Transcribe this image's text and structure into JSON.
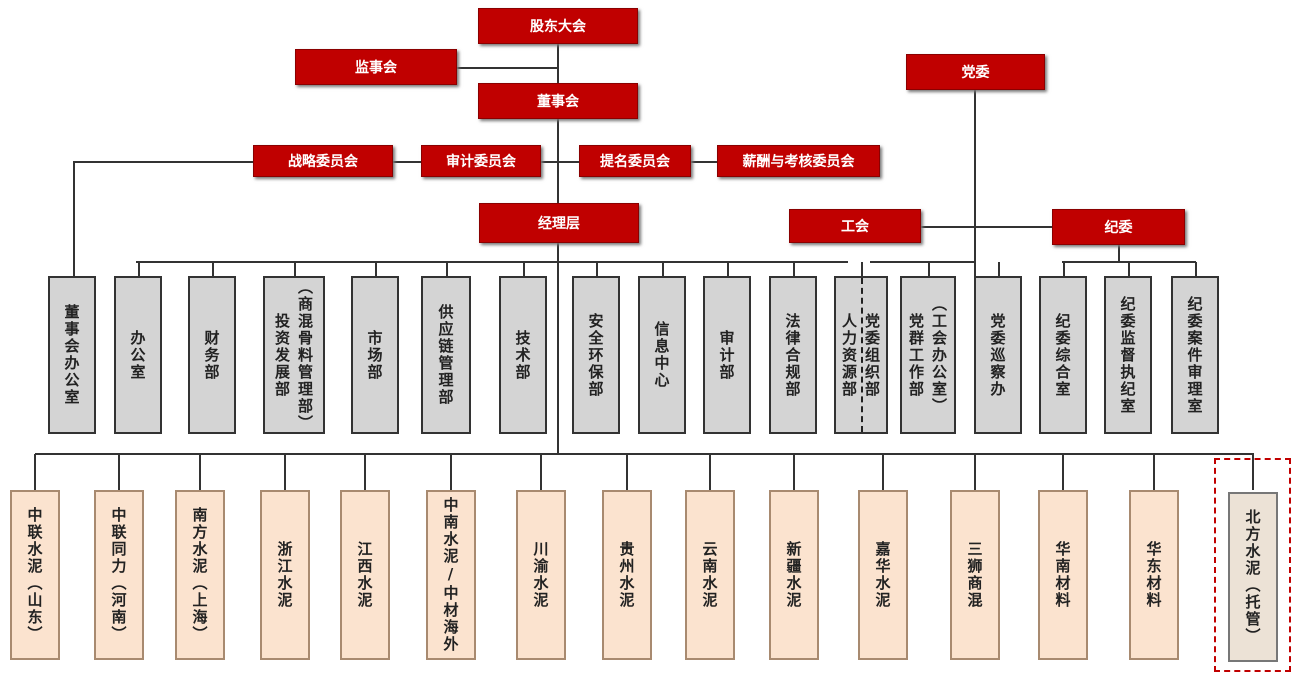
{
  "top": {
    "shareholders": "股东大会",
    "supervisory_board": "监事会",
    "board": "董事会",
    "party_committee": "党委",
    "committees": [
      "战略委员会",
      "审计委员会",
      "提名委员会",
      "薪酬与考核委员会"
    ],
    "management": "经理层",
    "union": "工会",
    "discipline_committee": "纪委"
  },
  "departments": [
    {
      "lines": [
        "董事会办公室"
      ]
    },
    {
      "lines": [
        "办公室"
      ]
    },
    {
      "lines": [
        "财务部"
      ]
    },
    {
      "lines": [
        "（商混骨料管理部）",
        "投资发展部"
      ]
    },
    {
      "lines": [
        "市场部"
      ]
    },
    {
      "lines": [
        "供应链管理部"
      ]
    },
    {
      "lines": [
        "技术部"
      ]
    },
    {
      "lines": [
        "安全环保部"
      ]
    },
    {
      "lines": [
        "信息中心"
      ]
    },
    {
      "lines": [
        "审计部"
      ]
    },
    {
      "lines": [
        "法律合规部"
      ]
    },
    {
      "lines": [
        "党委组织部",
        "人力资源部"
      ]
    },
    {
      "lines": [
        "（工会办公室）",
        "党群工作部"
      ]
    },
    {
      "lines": [
        "党委巡察办"
      ]
    },
    {
      "lines": [
        "纪委综合室"
      ]
    },
    {
      "lines": [
        "纪委监督执纪室"
      ]
    },
    {
      "lines": [
        "纪委案件审理室"
      ]
    }
  ],
  "subsidiaries": [
    {
      "lines": [
        "中联水泥（山东）"
      ]
    },
    {
      "lines": [
        "中联同力（河南）"
      ]
    },
    {
      "lines": [
        "南方水泥（上海）"
      ]
    },
    {
      "lines": [
        "浙江水泥"
      ]
    },
    {
      "lines": [
        "江西水泥"
      ]
    },
    {
      "lines": [
        "中南水泥/中材海外"
      ]
    },
    {
      "lines": [
        "川渝水泥"
      ]
    },
    {
      "lines": [
        "贵州水泥"
      ]
    },
    {
      "lines": [
        "云南水泥"
      ]
    },
    {
      "lines": [
        "新疆水泥"
      ]
    },
    {
      "lines": [
        "嘉华水泥"
      ]
    },
    {
      "lines": [
        "三狮商混"
      ]
    },
    {
      "lines": [
        "华南材料"
      ]
    },
    {
      "lines": [
        "华东材料"
      ]
    },
    {
      "lines": [
        "北方水泥（托管）"
      ]
    }
  ],
  "colors": {
    "red": "#c00000",
    "gray": "#d4d4d4",
    "peach": "#fbe3cf"
  }
}
